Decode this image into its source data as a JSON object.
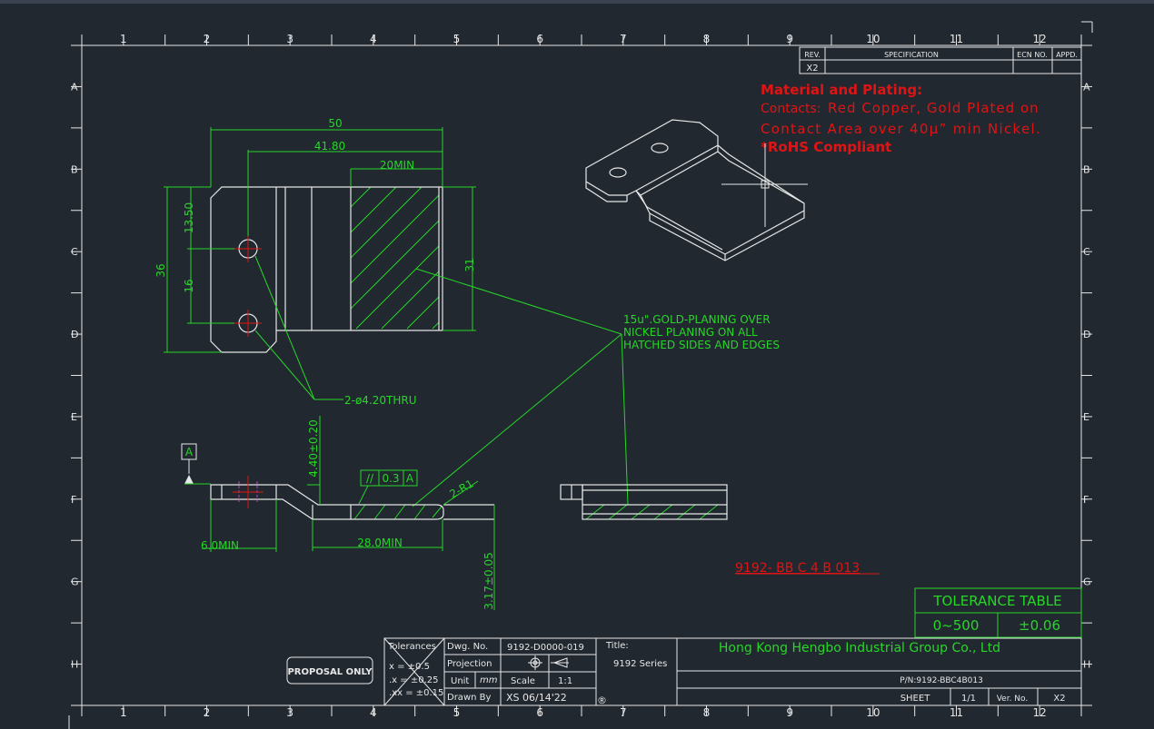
{
  "border": {
    "col_numbers": [
      "1",
      "2",
      "3",
      "4",
      "5",
      "6",
      "7",
      "8",
      "9",
      "10",
      "11",
      "12"
    ],
    "row_letters": [
      "A",
      "B",
      "C",
      "D",
      "E",
      "F",
      "G",
      "H"
    ]
  },
  "revision_block": {
    "rev_header": "REV.",
    "spec_header": "SPECIFICATION",
    "ecn_header": "ECN NO.",
    "appd_header": "APPD.",
    "rev_value": "X2"
  },
  "material": {
    "heading": "Material and Plating:",
    "contacts_label": "Contacts:",
    "contacts_text_1": "Red Copper, Gold Plated on",
    "contacts_text_2": "Contact Area over 40μ” min Nickel.",
    "rohs": "*RoHS Compliant"
  },
  "dimensions": {
    "d50": "50",
    "d41_80": "41.80",
    "d20min": "20MIN",
    "d13_50": "13.50",
    "d36": "36",
    "d16": "16",
    "d31": "31",
    "holes": "2-ø4.20THRU",
    "d4_40": "4.40±0.20",
    "d6_0min": "6.0MIN",
    "d28_0min": "28.0MIN",
    "d3_17": "3.17±0.05",
    "r1": "2-R1",
    "datum": "A",
    "ftol_sym": "//",
    "ftol_val": "0.3",
    "ftol_ref": "A"
  },
  "plating_note": {
    "line1": "15u\".GOLD-PLANING OVER",
    "line2": "NICKEL PLANING ON ALL",
    "line3": "HATCHED SIDES AND EDGES"
  },
  "part_number_red": "9192-  BB  C  4  B  013",
  "tolerance_table": {
    "title": "TOLERANCE  TABLE",
    "range": "0~500",
    "value": "±0.06"
  },
  "title_block": {
    "tolerances_label": "Tolerances",
    "tol_x": "x  =  ±0.5",
    "tol_xx": ".x  =  ±0.25",
    "tol_xxx": ".xx  =  ±0.15",
    "dwg_no_label": "Dwg. No.",
    "dwg_no_value": "9192-D0000-019",
    "projection_label": "Projection",
    "unit_label": "Unit",
    "unit_value": "mm",
    "scale_label": "Scale",
    "scale_value": "1:1",
    "drawn_by_label": "Drawn By",
    "drawn_by_value": "XS  06/14'22",
    "title_label": "Title:",
    "title_value": "9192  Series",
    "company": "Hong  Kong  Hengbo  Industrial  Group  Co.,  Ltd",
    "pn": "P/N:9192-BBC4B013",
    "sheet_label": "SHEET",
    "sheet_value": "1/1",
    "ver_label": "Ver. No.",
    "ver_value": "X2",
    "registered": "®"
  },
  "proposal_stamp": "PROPOSAL  ONLY",
  "colors": {
    "background": "#212830",
    "frame": "#e6e6e6",
    "dimension": "#27d627",
    "note_red": "#e01414",
    "centerline": "#e01414",
    "hidden": "#c040c0"
  }
}
